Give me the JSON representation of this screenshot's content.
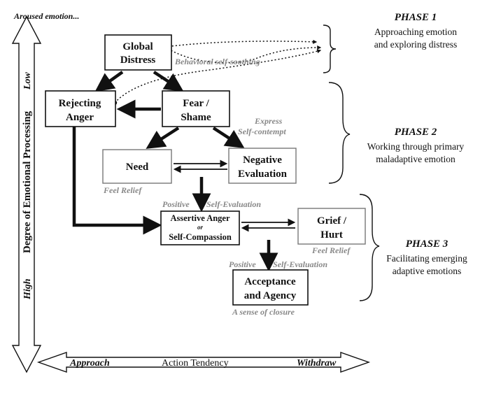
{
  "header": {
    "aroused": "Aroused emotion..."
  },
  "boxes": {
    "global_distress": [
      "Global",
      "Distress"
    ],
    "rejecting_anger": [
      "Rejecting",
      "Anger"
    ],
    "fear_shame": [
      "Fear /",
      "Shame"
    ],
    "need": [
      "Need"
    ],
    "negative_evaluation": [
      "Negative",
      "Evaluation"
    ],
    "assertive_anger": [
      "Assertive Anger",
      "or",
      "Self-Compassion"
    ],
    "grief_hurt": [
      "Grief /",
      "Hurt"
    ],
    "acceptance_agency": [
      "Acceptance",
      "and Agency"
    ]
  },
  "annotations": {
    "behavioral_self_soothing": "Behavioral self-soothing",
    "express_self_contempt": [
      "Express",
      "Self-contempt"
    ],
    "feel_relief_1": "Feel Relief",
    "positive_self_evaluation_1": [
      "Positive",
      "Self-Evaluation"
    ],
    "feel_relief_2": "Feel Relief",
    "positive_self_evaluation_2": [
      "Positive",
      "Self-Evaluation"
    ],
    "sense_of_closure": "A sense of closure"
  },
  "phases": [
    {
      "title": "PHASE 1",
      "desc": [
        "Approaching emotion",
        "and exploring distress"
      ]
    },
    {
      "title": "PHASE 2",
      "desc": [
        "Working through primary",
        "maladaptive emotion"
      ]
    },
    {
      "title": "PHASE 3",
      "desc": [
        "Facilitating emerging",
        "adaptive emotions"
      ]
    }
  ],
  "vertical_axis": {
    "label": "Degree of Emotional Processing",
    "low": "Low",
    "high": "High"
  },
  "horizontal_axis": {
    "label": "Action Tendency",
    "left": "Approach",
    "right": "Withdraw"
  }
}
